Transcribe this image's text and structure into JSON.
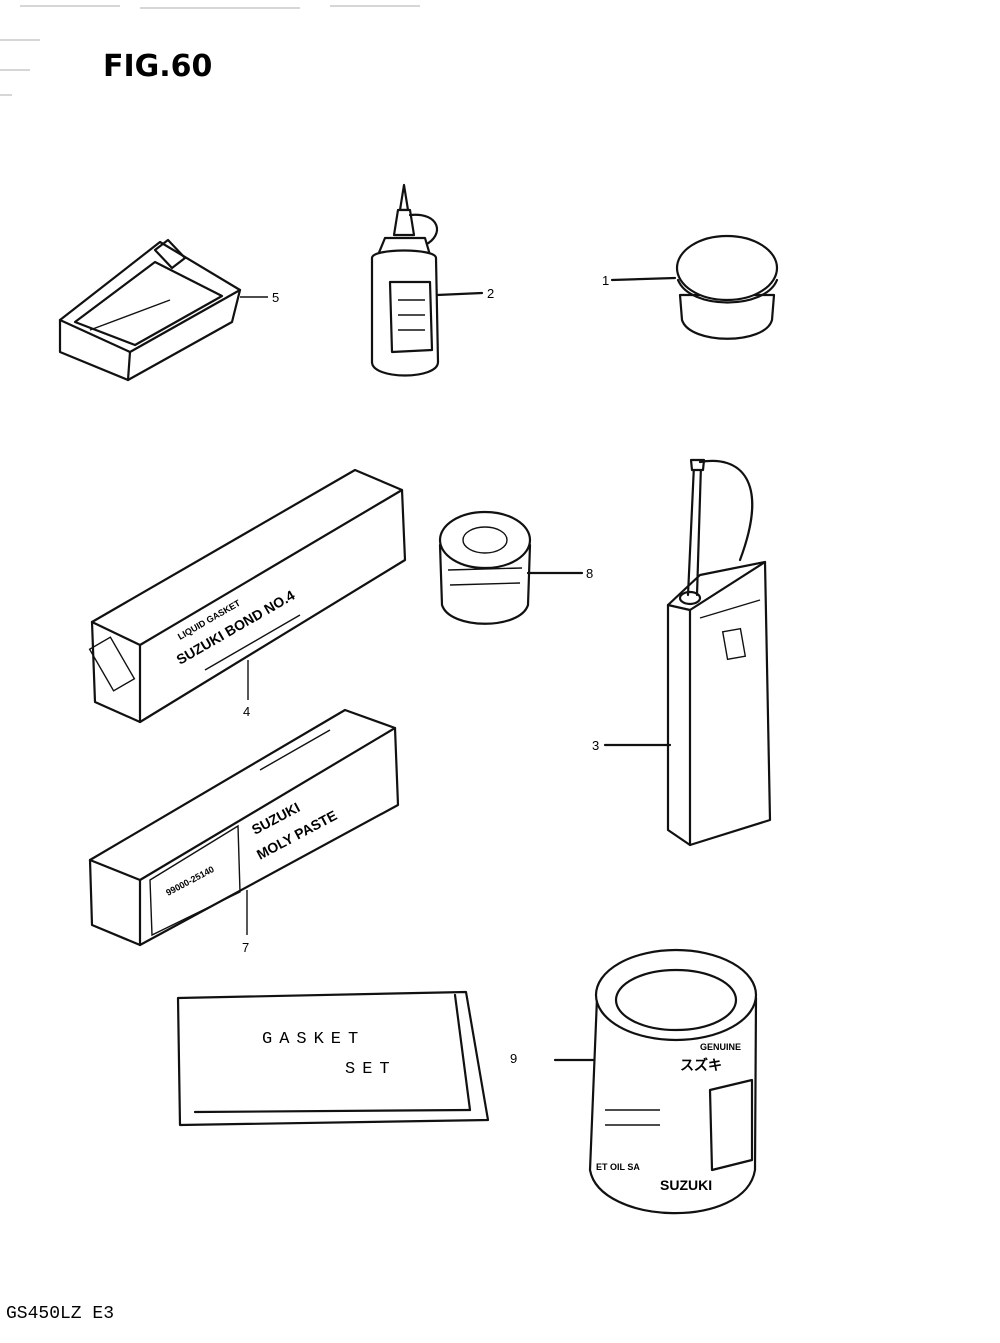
{
  "header": {
    "figure_title": "FIG.60"
  },
  "callouts": {
    "c1": "1",
    "c2": "2",
    "c3": "3",
    "c4": "4",
    "c5": "5",
    "c7": "7",
    "c8": "8",
    "c9": "9"
  },
  "labels": {
    "bond_subtitle": "LIQUID GASKET",
    "bond_name": "SUZUKI BOND NO.4",
    "moly_brand": "SUZUKI",
    "moly_name": "MOLY PASTE",
    "moly_code": "99000-25140",
    "gasket_line1": "GASKET",
    "gasket_line2": "SET",
    "can_genuine": "GENUINE",
    "can_brand": "SUZUKI",
    "can_code": "ET OIL SA",
    "can_katakana": "スズキ"
  },
  "footer": {
    "model_code": "GS450LZ E3"
  },
  "colors": {
    "ink": "#111111",
    "paper": "#ffffff"
  }
}
